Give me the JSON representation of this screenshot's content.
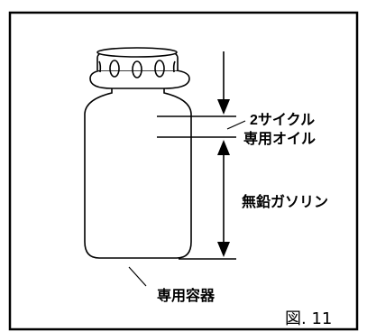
{
  "diagram": {
    "oil_label_line1": "2サイクル",
    "oil_label_line2": "専用オイル",
    "gasoline_label": "無鉛ガソリン",
    "container_label": "専用容器",
    "figure_label": "図. 11"
  },
  "colors": {
    "stroke": "#000000",
    "background": "#ffffff"
  }
}
